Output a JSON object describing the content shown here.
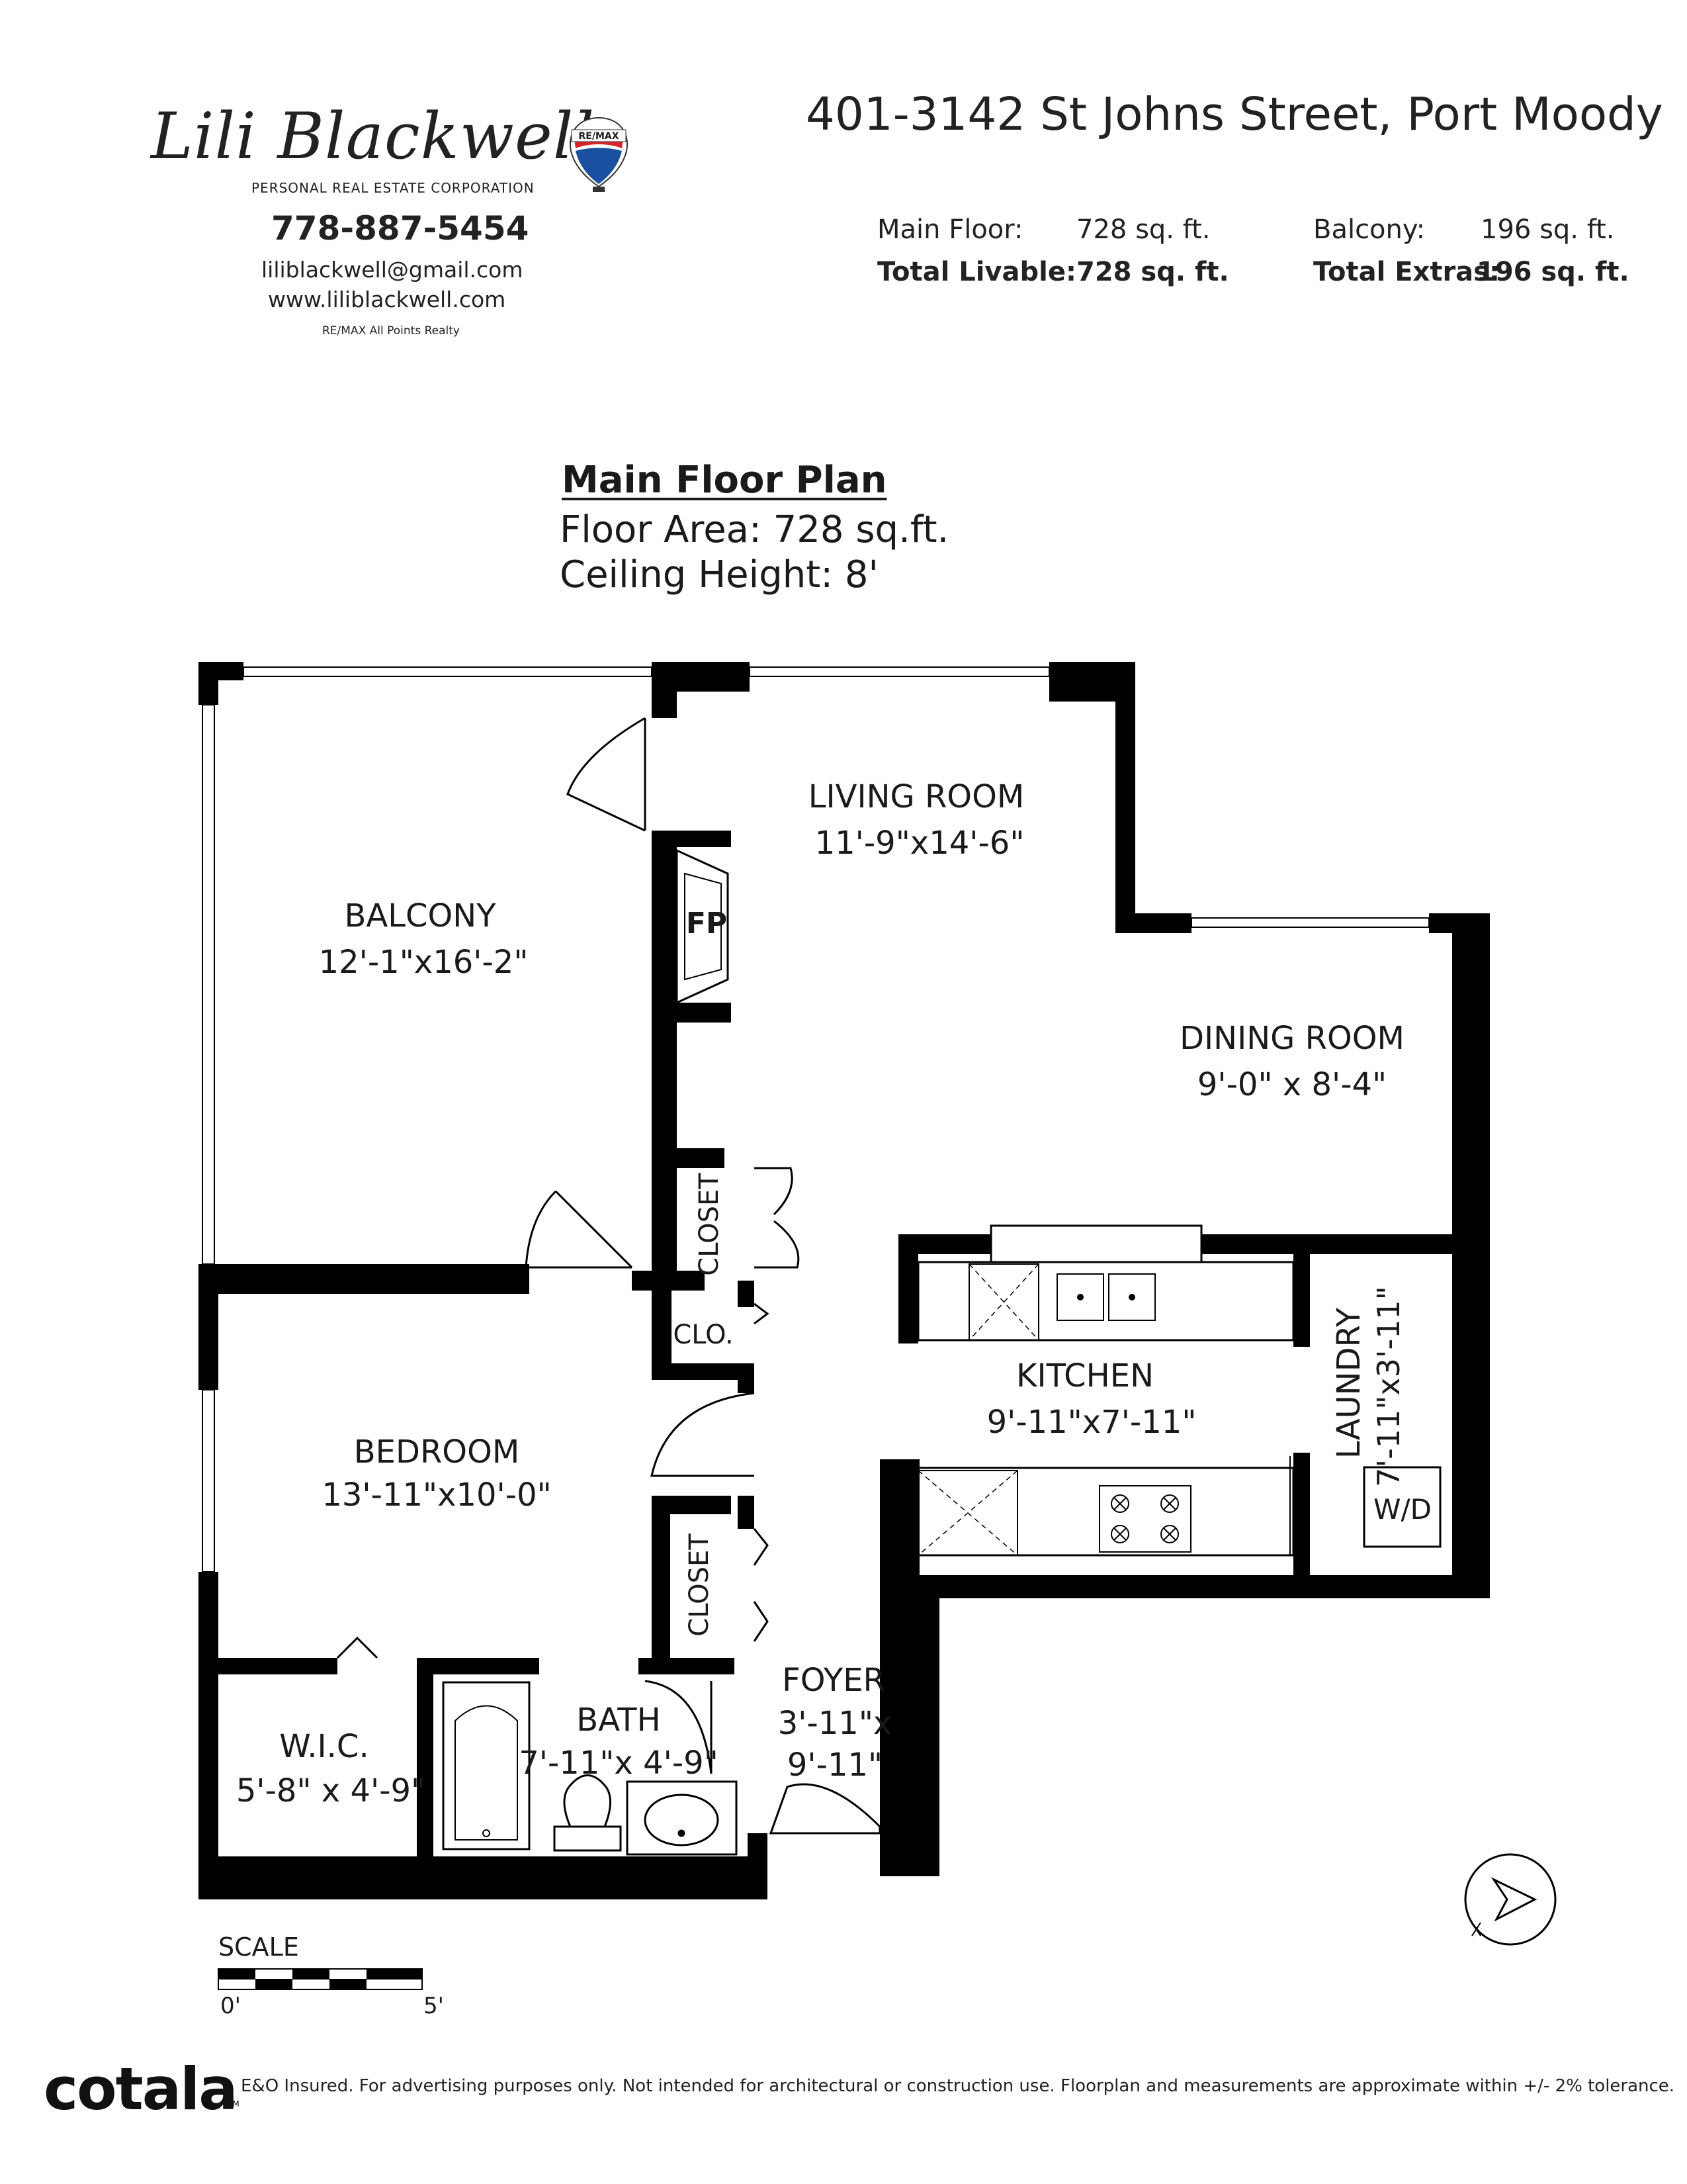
{
  "header": {
    "signature": "Lili Blackwell",
    "corporation": "PERSONAL REAL ESTATE CORPORATION",
    "remax_badge": "RE/MAX",
    "phone": "778-887-5454",
    "email": "liliblackwell@gmail.com",
    "website": "www.liliblackwell.com",
    "office": "RE/MAX All Points Realty",
    "address": "401-3142 St Johns Street, Port Moody"
  },
  "areas": {
    "main_floor_label": "Main Floor:",
    "main_floor_value": "728 sq. ft.",
    "total_livable_label": "Total Livable:",
    "total_livable_value": "728 sq. ft.",
    "balcony_label": "Balcony:",
    "balcony_value": "196 sq. ft.",
    "total_extras_label": "Total Extras:",
    "total_extras_value": "196 sq. ft."
  },
  "plan": {
    "title": "Main Floor Plan",
    "floor_area": "Floor Area: 728 sq.ft.",
    "ceiling_height": "Ceiling Height: 8'"
  },
  "rooms": {
    "living_name": "LIVING ROOM",
    "living_dim": "11'-9\"x14'-6\"",
    "balcony_name": "BALCONY",
    "balcony_dim": "12'-1\"x16'-2\"",
    "dining_name": "DINING ROOM",
    "dining_dim": "9'-0\" x  8'-4\"",
    "kitchen_name": "KITCHEN",
    "kitchen_dim": "9'-11\"x7'-11\"",
    "laundry_name": "LAUNDRY",
    "laundry_dim": "7'-11\"x3'-11\"",
    "bedroom_name": "BEDROOM",
    "bedroom_dim": "13'-11\"x10'-0\"",
    "wic_name": "W.I.C.",
    "wic_dim": "5'-8\" x  4'-9\"",
    "bath_name": "BATH",
    "bath_dim": "7'-11\"x  4'-9\"",
    "foyer_name": "FOYER",
    "foyer_dim_1": "3'-11\"x",
    "foyer_dim_2": "9'-11\"",
    "closet_upper": "CLOSET",
    "closet_lower": "CLOSET",
    "clo": "CLO.",
    "fireplace": "FP",
    "washer_dryer": "W/D"
  },
  "scale": {
    "label": "SCALE",
    "start": "0'",
    "end": "5'"
  },
  "footer": {
    "brand": "cotala",
    "trademark": "TM",
    "disclaimer": "E&O Insured. For advertising purposes only. Not intended for architectural or construction use. Floorplan and measurements are approximate within +/- 2% tolerance."
  },
  "colors": {
    "wall": "#000000",
    "remax_red": "#d8232a",
    "remax_blue": "#1b4fa0",
    "text": "#1a1a1a"
  },
  "icons": [
    "remax-balloon-icon",
    "compass-north-icon",
    "sink-icon",
    "stove-icon",
    "bathtub-icon",
    "toilet-icon",
    "fireplace-icon"
  ]
}
